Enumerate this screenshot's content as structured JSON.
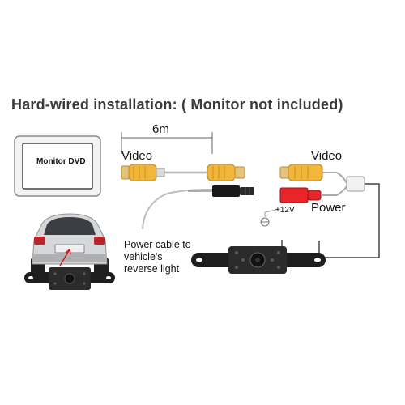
{
  "title": "Hard-wired installation:  ( Monitor not included)",
  "cable_length": "6m",
  "labels": {
    "video_left": "Video",
    "video_right": "Video",
    "monitor": "Monitor DVD",
    "voltage": "+12V",
    "power": "Power",
    "power_cable": [
      "Power cable to",
      "vehicle's",
      "reverse light"
    ]
  },
  "colors": {
    "rca_yellow": "#f2b63a",
    "power_red": "#e8262a",
    "wire_gray": "#9a9a9a",
    "wire_black": "#1a1a1a",
    "title_text": "#3a3a3a"
  },
  "icons": [
    "monitor-icon",
    "car-icon",
    "camera-icon",
    "ground-icon"
  ]
}
